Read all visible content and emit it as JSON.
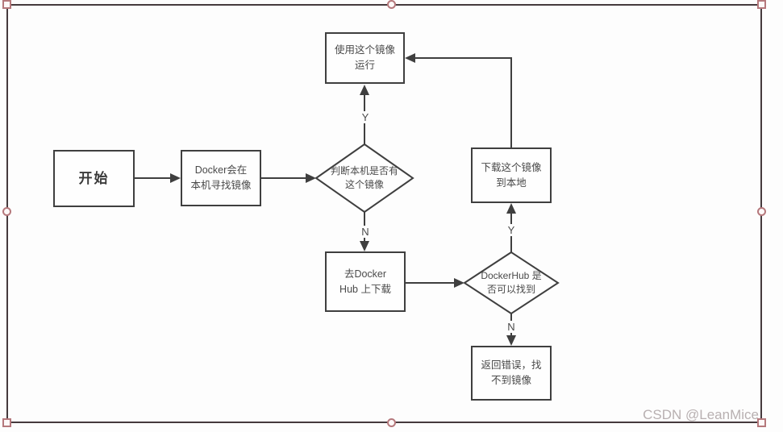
{
  "diagram": {
    "nodes": {
      "start": {
        "label": "开始"
      },
      "search_local": {
        "line1": "Docker会在",
        "line2": "本机寻找镜像"
      },
      "use_image": {
        "line1": "使用这个镜像",
        "line2": "运行"
      },
      "decision_local": {
        "line1": "判断本机是否有",
        "line2": "这个镜像"
      },
      "go_dockerhub": {
        "line1": "去Docker",
        "line2": "Hub 上下载"
      },
      "decision_hub": {
        "line1": "DockerHub 是",
        "line2": "否可以找到"
      },
      "download_image": {
        "line1": "下载这个镜像",
        "line2": "到本地"
      },
      "return_error": {
        "line1": "返回错误，找",
        "line2": "不到镜像"
      }
    },
    "edge_labels": {
      "local_yes": "Y",
      "local_no": "N",
      "hub_yes": "Y",
      "hub_no": "N"
    },
    "colors": {
      "line": "#3f3f3f",
      "text": "#4a4a4a",
      "selection_border": "#453a3d",
      "handle_outline": "#b5787c",
      "watermark": "#b8b0b1"
    }
  },
  "watermark": {
    "text": "CSDN @LeanMice"
  }
}
